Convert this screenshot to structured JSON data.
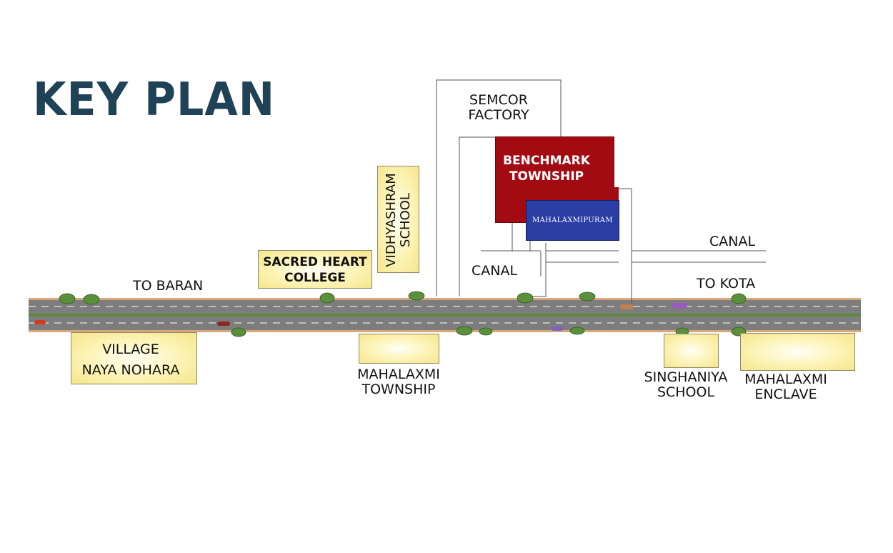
{
  "title": "KEY PLAN",
  "roads": {
    "left_direction": "TO BARAN",
    "right_direction": "TO KOTA"
  },
  "canal": {
    "label_left": "CANAL",
    "label_right": "CANAL"
  },
  "landmarks": {
    "semcor": "SEMCOR\nFACTORY",
    "benchmark": "BENCHMARK\nTOWNSHIP",
    "mahalaxmipuram": "MAHALAXMIPURAM",
    "vidhyashram": "VIDHYASHRAM\nSCHOOL",
    "sacred_heart": "SACRED HEART\nCOLLEGE",
    "village": "VILLAGE\nNAYA NOHARA",
    "mahalaxmi_township": "MAHALAXMI\nTOWNSHIP",
    "singhaniya": "SINGHANIYA\nSCHOOL",
    "mahalaxmi_enclave": "MAHALAXMI\nENCLAVE"
  },
  "colors": {
    "title": "#1f4257",
    "benchmark": "#a30b13",
    "mahalaxmipuram": "#2b3ea6",
    "road": "#7d7d7d",
    "landmark_fill": "#fcf3b4"
  }
}
